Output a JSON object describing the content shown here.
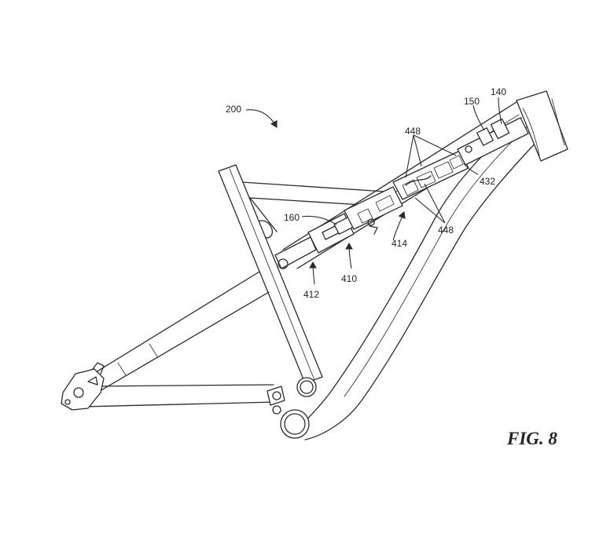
{
  "figure": {
    "label": "FIG. 8",
    "references": {
      "frame": "200",
      "r140": "140",
      "r150": "150",
      "r160": "160",
      "r410": "410",
      "r412": "412",
      "r414": "414",
      "r432": "432",
      "r448_top": "448",
      "r448_bottom": "448"
    }
  }
}
